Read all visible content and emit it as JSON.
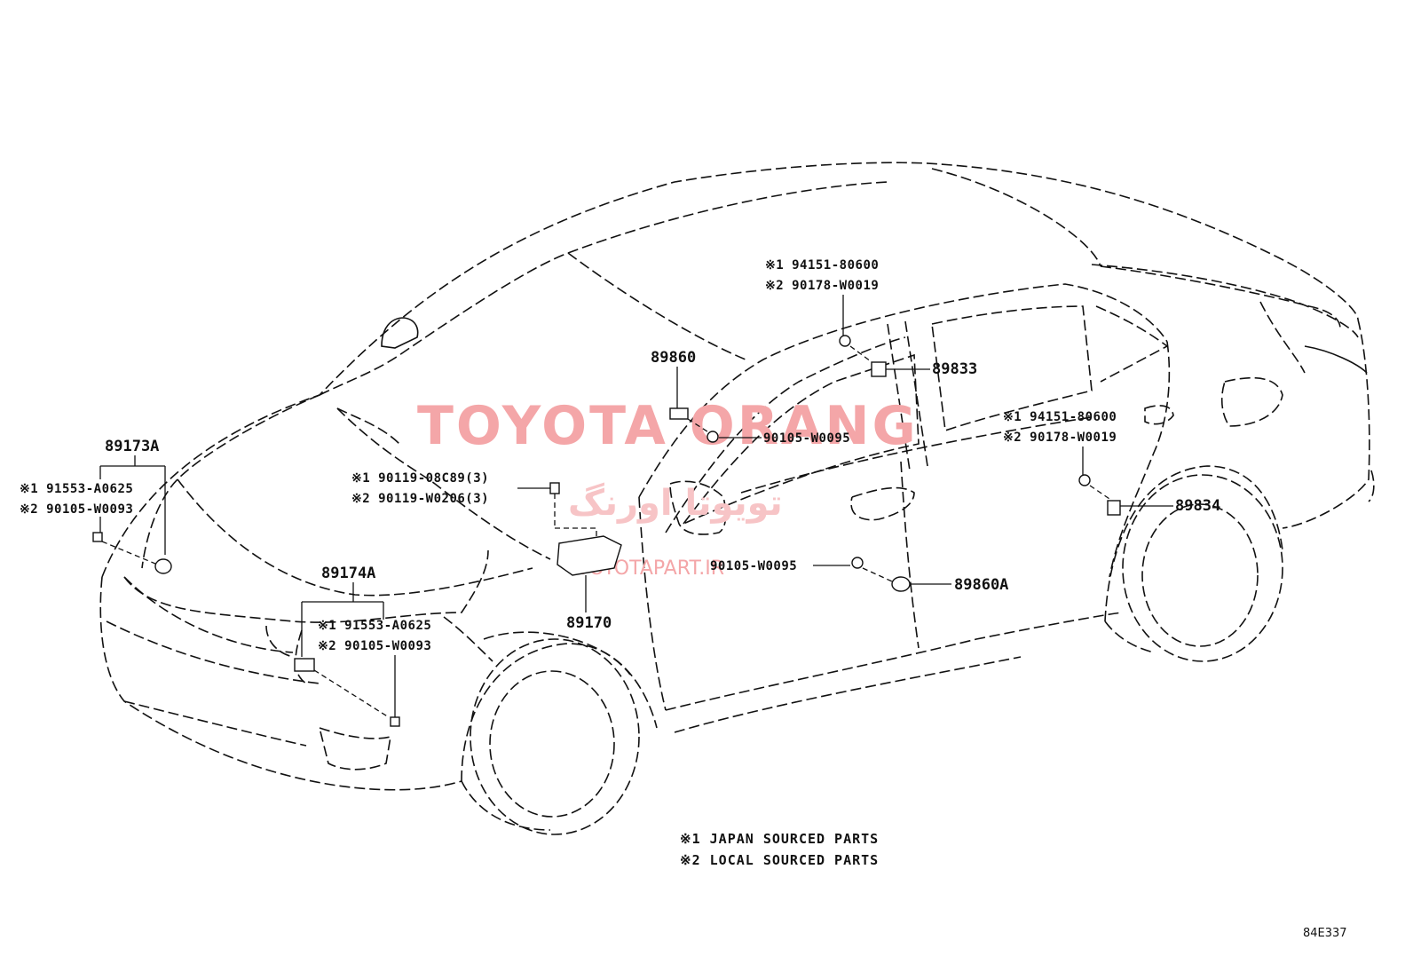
{
  "watermark": {
    "brand": "TOYOTA ORANG",
    "brand_fa": "تویوتا اورنگ",
    "url": "TOYOTAPART.IR",
    "color": "#f4a6a8"
  },
  "parts": {
    "p89173A": "89173A",
    "p89174A": "89174A",
    "p89170": "89170",
    "p89860": "89860",
    "p89860A": "89860A",
    "p89833": "89833",
    "p89834": "89834"
  },
  "callouts": {
    "front_left": [
      "※1 91553-A0625",
      "※2 90105-W0093"
    ],
    "front_mid": [
      "※1 91553-A0625",
      "※2 90105-W0093"
    ],
    "ecu_bolt": [
      "※1 90119-08C89(3)",
      "※2 90119-W0206(3)"
    ],
    "b_pillar": [
      "※1 94151-80600",
      "※2 90178-W0019"
    ],
    "rear": [
      "※1 94151-80600",
      "※2 90178-W0019"
    ],
    "bolt_upper": "90105-W0095",
    "bolt_lower": "90105-W0095"
  },
  "notes": [
    "※1 JAPAN SOURCED PARTS",
    "※2 LOCAL SOURCED PARTS"
  ],
  "figure_code": "84E337"
}
